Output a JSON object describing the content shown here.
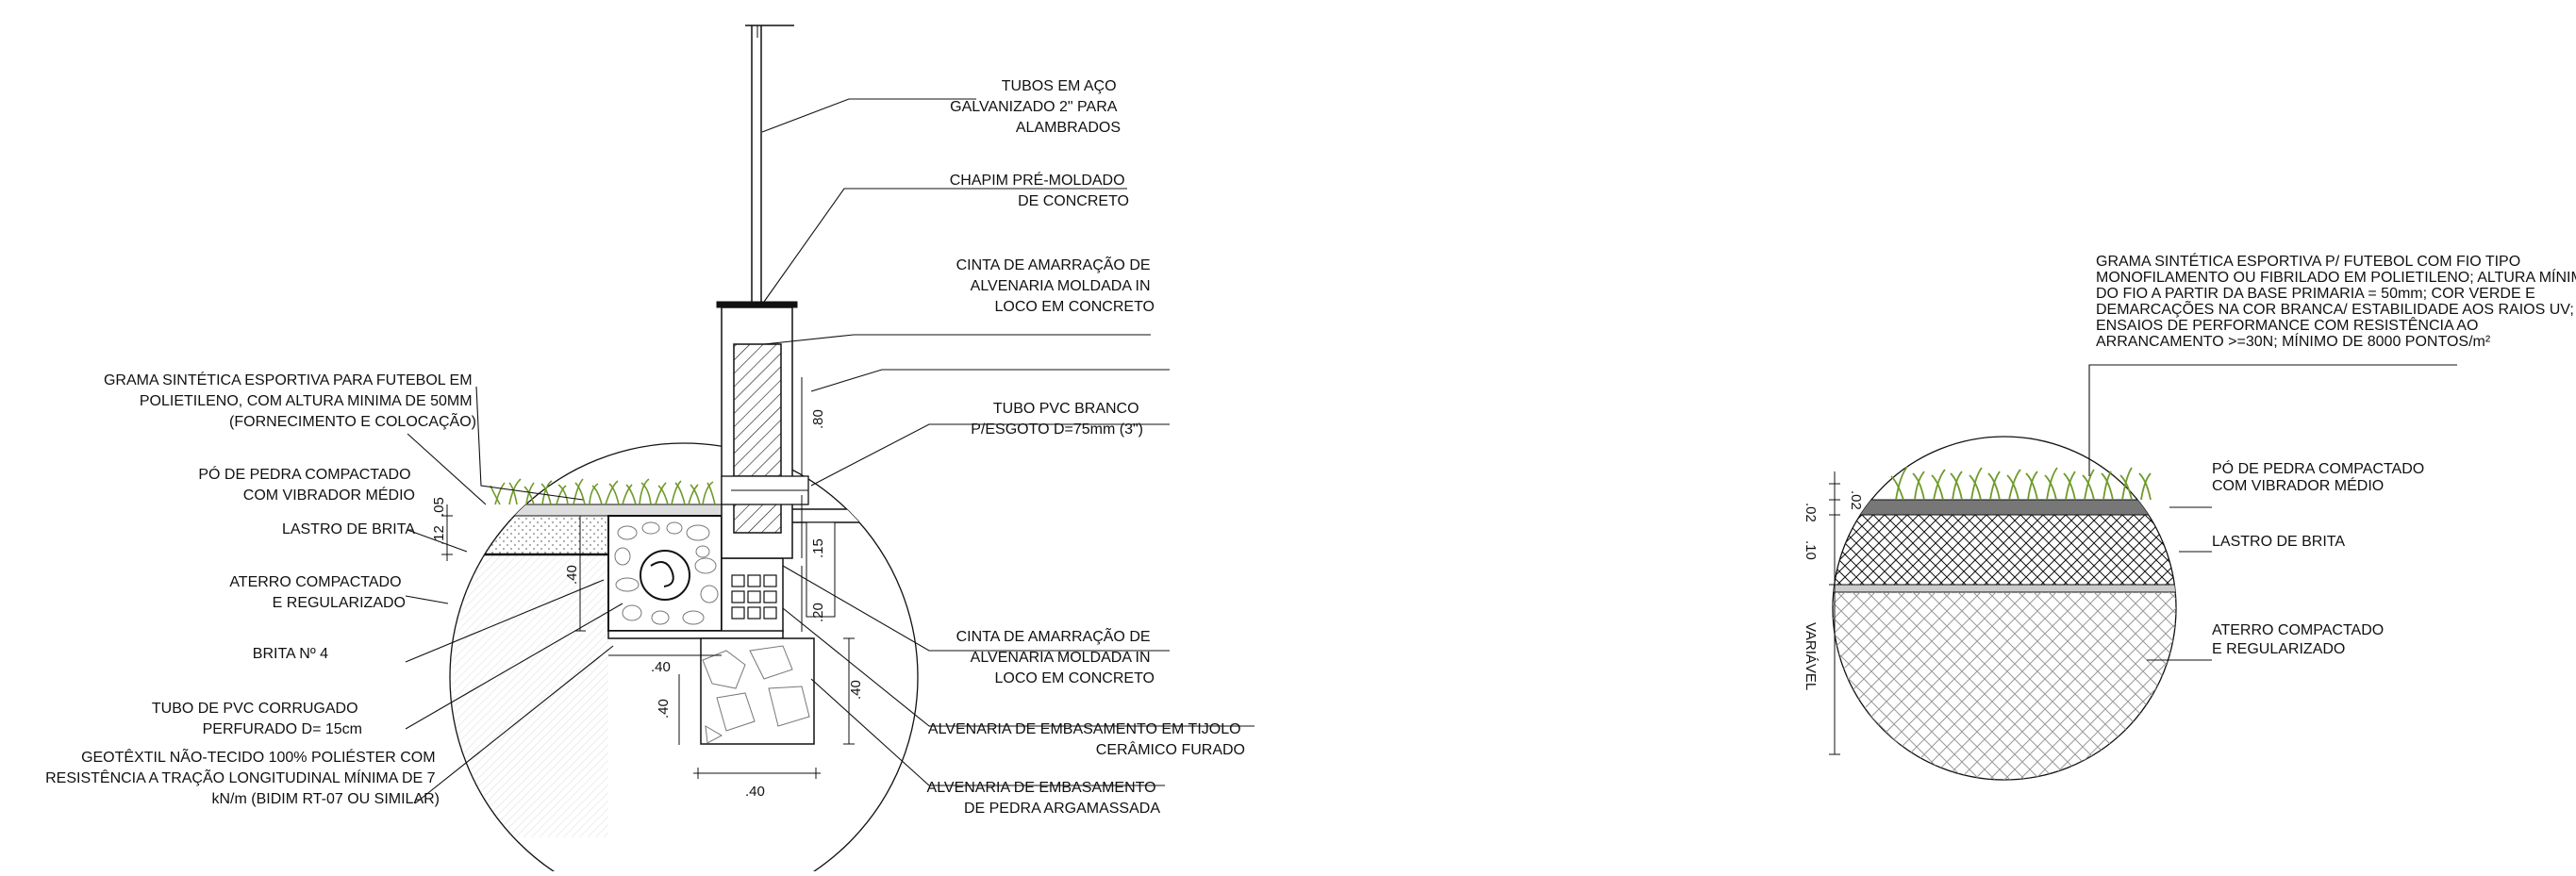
{
  "left_detail": {
    "labels": {
      "tubos_aco": [
        "TUBOS EM AÇO",
        "GALVANIZADO 2\" PARA",
        "ALAMBRADOS"
      ],
      "chapim": [
        "CHAPIM PRÉ-MOLDADO",
        "DE CONCRETO"
      ],
      "cinta_top": [
        "CINTA DE AMARRAÇÃO DE",
        "ALVENARIA MOLDADA IN",
        "LOCO EM CONCRETO"
      ],
      "tubo_pvc_branco": [
        "TUBO PVC BRANCO",
        "P/ESGOTO D=75mm (3\")"
      ],
      "cinta_bottom": [
        "CINTA DE AMARRAÇÃO DE",
        "ALVENARIA MOLDADA IN",
        "LOCO EM CONCRETO"
      ],
      "alvenaria_tijolo": [
        "ALVENARIA DE EMBASAMENTO EM TIJOLO",
        "CERÂMICO FURADO"
      ],
      "alvenaria_pedra": [
        "ALVENARIA DE EMBASAMENTO",
        "DE PEDRA ARGAMASSADA"
      ],
      "grama": [
        "GRAMA SINTÉTICA ESPORTIVA PARA FUTEBOL EM",
        "POLIETILENO, COM ALTURA MINIMA DE 50MM",
        "(FORNECIMENTO E COLOCAÇÃO)"
      ],
      "po_pedra": [
        "PÓ DE PEDRA COMPACTADO",
        "COM VIBRADOR MÉDIO"
      ],
      "lastro": [
        "LASTRO DE BRITA"
      ],
      "aterro": [
        "ATERRO COMPACTADO",
        "E REGULARIZADO"
      ],
      "brita4": [
        "BRITA Nº 4"
      ],
      "tubo_corrugado": [
        "TUBO DE PVC CORRUGADO",
        "PERFURADO D= 15cm"
      ],
      "geotextil": [
        "GEOTÊXTIL NÃO-TECIDO 100% POLIÉSTER COM",
        "RESISTÊNCIA A TRAÇÃO LONGITUDINAL MÍNIMA DE 7",
        "kN/m (BIDIM RT-07 OU SIMILAR)"
      ]
    },
    "dims": {
      "d80": ".80",
      "d12": ".12",
      "d05": ".05",
      "d15": ".15",
      "d40_a": ".40",
      "d20": ".20",
      "d40_b": ".40",
      "d40_c": ".40",
      "d40_d": ".40",
      "d40_e": ".40"
    }
  },
  "right_detail": {
    "labels": {
      "grama": [
        "GRAMA SINTÉTICA ESPORTIVA P/ FUTEBOL COM FIO TIPO",
        "MONOFILAMENTO OU FIBRILADO EM POLIETILENO; ALTURA MÍNIMA",
        "DO FIO A PARTIR DA BASE PRIMARIA = 50mm; COR VERDE E",
        "DEMARCAÇÕES NA COR BRANCA/ ESTABILIDADE AOS RAIOS UV;",
        "ENSAIOS DE PERFORMANCE COM RESISTÊNCIA AO",
        "ARRANCAMENTO >=30N; MÍNIMO DE 8000 PONTOS/m²"
      ],
      "po_pedra": [
        "PÓ DE PEDRA COMPACTADO",
        "COM VIBRADOR MÉDIO"
      ],
      "lastro": [
        "LASTRO DE BRITA"
      ],
      "aterro": [
        "ATERRO COMPACTADO",
        "E REGULARIZADO"
      ]
    },
    "dims": {
      "d02a": ".02",
      "d02b": ".02",
      "d10": ".10",
      "variavel": "VARIÁVEL"
    }
  },
  "colors": {
    "line": "#111111",
    "grass": "#6f9a2a",
    "grass_dark": "#4d7a1a"
  }
}
